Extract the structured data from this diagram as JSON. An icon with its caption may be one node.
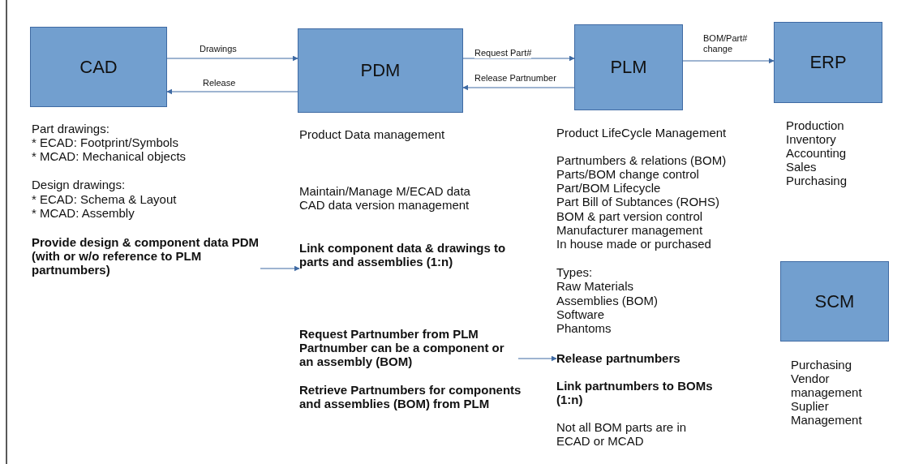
{
  "diagram": {
    "nodes": [
      {
        "text": [
          "CAD"
        ]
      },
      {
        "text": [
          "PDM"
        ]
      },
      {
        "text": [
          "PLM"
        ]
      },
      {
        "text": [
          "ERP"
        ]
      },
      {
        "text": [
          "SCM"
        ]
      },
      {
        "text": [
          "Provide design & component data PDM (with or w/o reference to PLM partnumbers)"
        ]
      },
      {
        "text": [
          "Link component data & drawings to parts and assemblies (1:n)"
        ]
      },
      {
        "text": [
          "Request Partnumber from PLM Partnumber can be a component or an assembly (BOM)"
        ]
      },
      {
        "text": [
          "Release partnumbers"
        ]
      }
    ],
    "edges": [
      {
        "from": 0,
        "to": 1,
        "arrow": "to",
        "label": "Drawings"
      },
      {
        "from": 1,
        "to": 0,
        "arrow": "to",
        "label": "Release"
      },
      {
        "from": 1,
        "to": 2,
        "arrow": "to",
        "label": "Request Part#"
      },
      {
        "from": 2,
        "to": 1,
        "arrow": "to",
        "label": "Release Partnumber"
      },
      {
        "from": 2,
        "to": 3,
        "arrow": "to",
        "label": "BOM/Part# change"
      },
      {
        "from": 5,
        "to": 6,
        "arrow": "to"
      },
      {
        "from": 7,
        "to": 8,
        "arrow": "to"
      }
    ],
    "labels": [
      "Part drawings:",
      "* ECAD: Footprint/Symbols",
      "* MCAD: Mechanical objects",
      "Design drawings:",
      "* ECAD: Schema & Layout",
      "* MCAD: Assembly",
      "Product Data management",
      "Maintain/Manage M/ECAD data",
      "CAD data version management",
      "Retrieve Partnumbers for components and assemblies (BOM) from PLM",
      "Product LifeCycle Management",
      "Partnumbers & relations (BOM)",
      "Parts/BOM change control",
      "Part/BOM Lifecycle",
      "Part Bill of Subtances (ROHS)",
      "BOM & part version control",
      "Manufacturer management",
      "In house made or purchased",
      "Types:",
      "Raw Materials",
      "Assemblies (BOM)",
      "Software",
      "Phantoms",
      "Link partnumbers to BOMs (1:n)",
      "Not all BOM parts are in ECAD or MCAD",
      "Production",
      "Inventory",
      "Accounting",
      "Sales",
      "Purchasing",
      "Purchasing",
      "Vendor management",
      "Suplier Management"
    ]
  }
}
